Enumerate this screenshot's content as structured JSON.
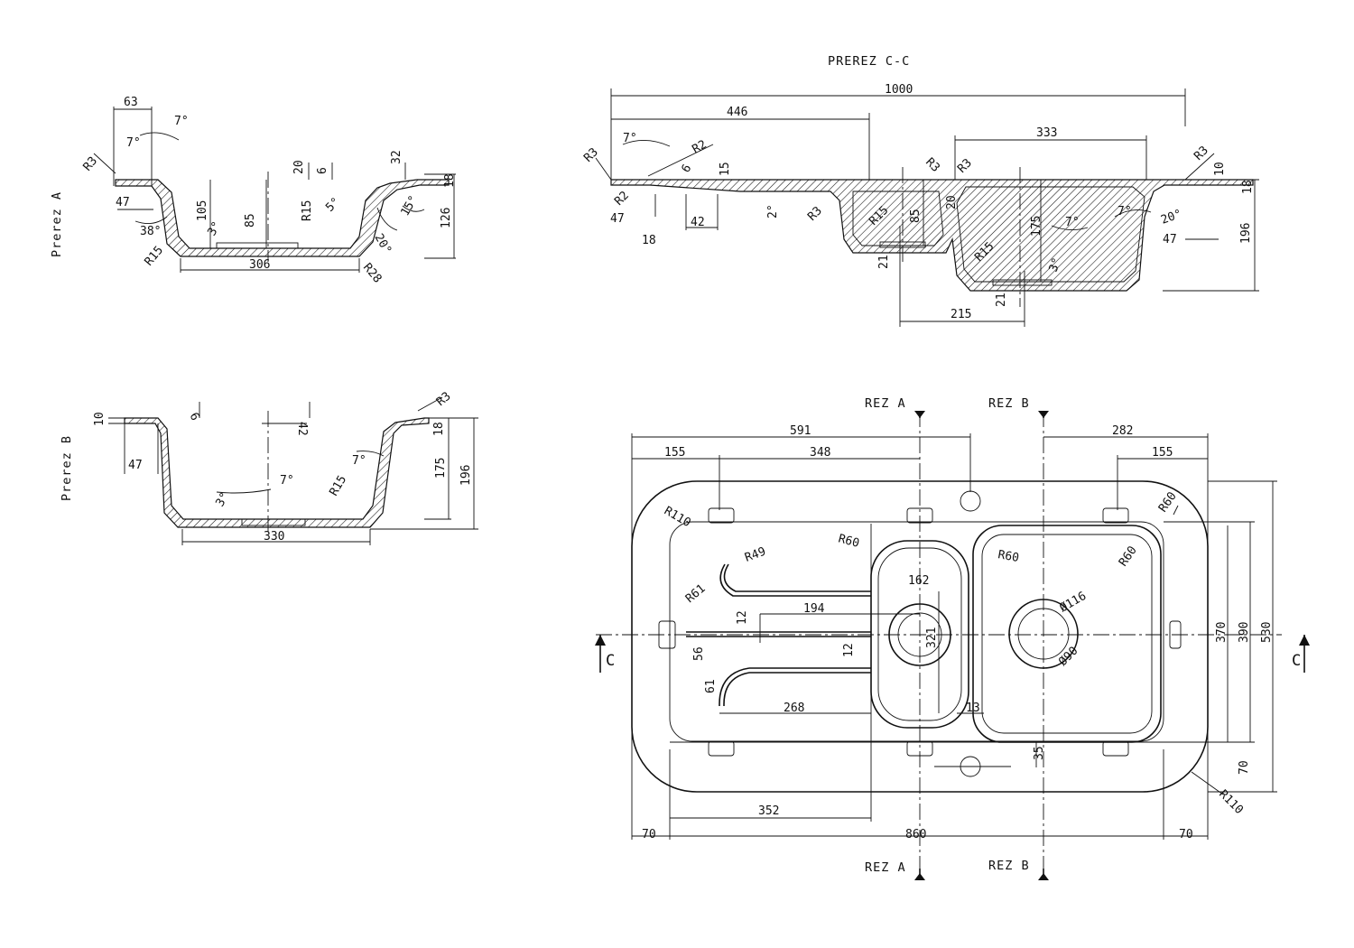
{
  "sections": {
    "a": {
      "title": "Prerez A",
      "dims": [
        "63",
        "7°",
        "7°",
        "R3",
        "20",
        "6",
        "32",
        "47",
        "105",
        "85",
        "5°",
        "R15",
        "15°",
        "20°",
        "126",
        "18",
        "38°",
        "3°",
        "R15",
        "306",
        "R28"
      ]
    },
    "b": {
      "title": "Prerez B",
      "dims": [
        "R3",
        "10",
        "6",
        "42",
        "18",
        "47",
        "175",
        "196",
        "7°",
        "7°",
        "3°",
        "R15",
        "330"
      ]
    },
    "c": {
      "title": "PREREZ C-C",
      "dims": [
        "1000",
        "446",
        "333",
        "7°",
        "R2",
        "R3",
        "R3",
        "R3",
        "R3",
        "6",
        "15",
        "10",
        "18",
        "R2",
        "47",
        "18",
        "42",
        "2°",
        "R3",
        "R15",
        "85",
        "20",
        "175",
        "7°",
        "7°",
        "20°",
        "47",
        "196",
        "R15",
        "21",
        "3°",
        "21",
        "215"
      ]
    }
  },
  "plan": {
    "cut_labels": {
      "rez_a_top": "REZ A",
      "rez_b_top": "REZ B",
      "rez_a_bottom": "REZ A",
      "rez_b_bottom": "REZ B",
      "c_left": "C",
      "c_right": "C"
    },
    "dims": [
      "591",
      "155",
      "348",
      "282",
      "155",
      "R110",
      "R60",
      "R60",
      "R60",
      "R60",
      "R49",
      "162",
      "R61",
      "Ø116",
      "194",
      "12",
      "321",
      "12",
      "370",
      "390",
      "530",
      "56",
      "Ø90",
      "61",
      "268",
      "13",
      "35",
      "70",
      "352",
      "70",
      "860",
      "70",
      "R110"
    ]
  }
}
